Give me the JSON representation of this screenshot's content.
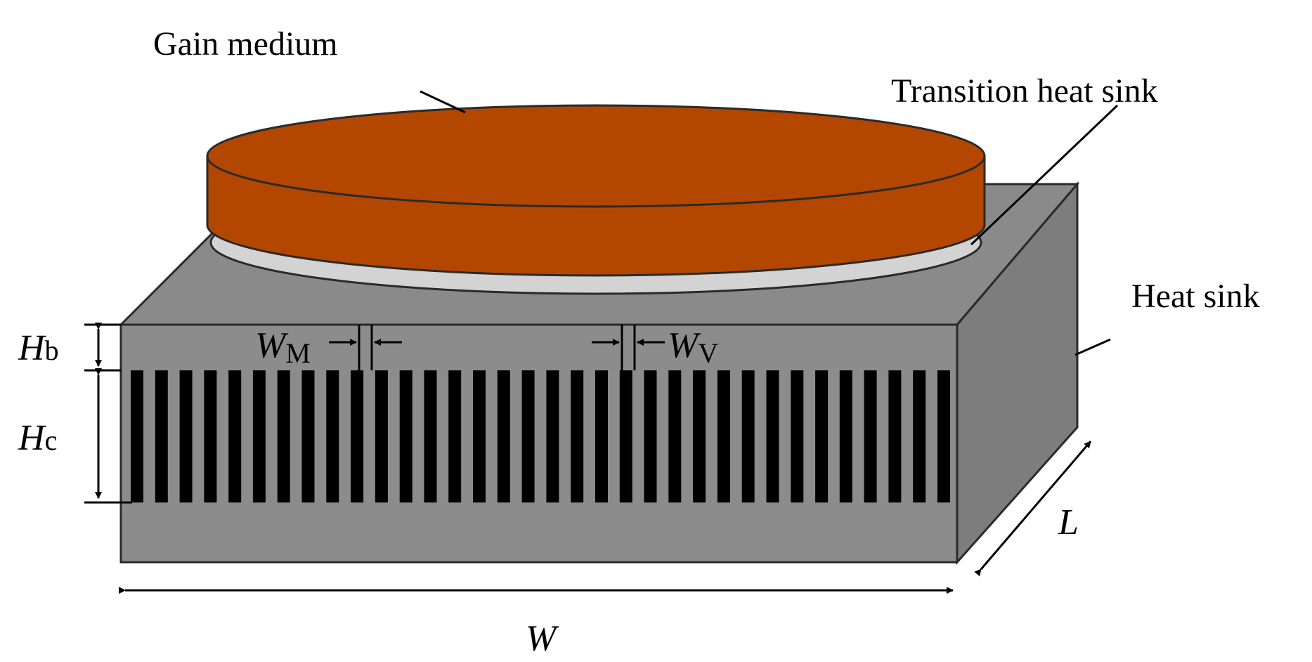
{
  "labels": {
    "gain_medium": "Gain medium",
    "transition_heat_sink": "Transition heat sink",
    "heat_sink": "Heat sink"
  },
  "dimensions": {
    "hb_main": "H",
    "hb_sub": "b",
    "hc_main": "H",
    "hc_sub": "c",
    "wm_main": "W",
    "wm_sub": "M",
    "wv_main": "W",
    "wv_sub": "V",
    "w": "W",
    "l": "L"
  },
  "colors": {
    "gain_medium": "#b34700",
    "transition_heat_sink": "#d3d3d3",
    "heat_sink_front": "#8c8c8c",
    "heat_sink_top": "#8a8a8a",
    "heat_sink_side": "#7d7d7d",
    "channel": "#000000"
  },
  "channel_count": 34
}
